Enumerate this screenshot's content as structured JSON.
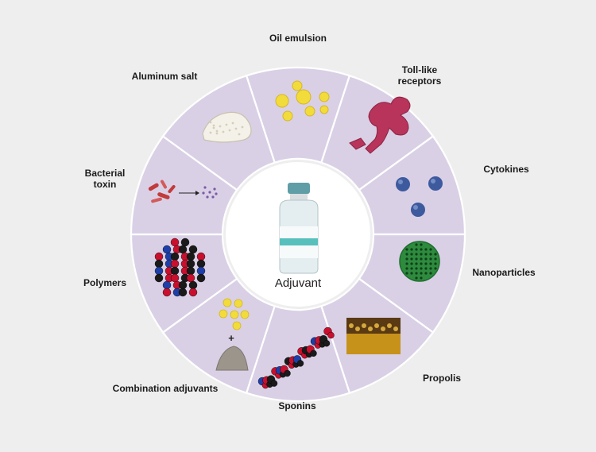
{
  "center": {
    "label": "Adjuvant"
  },
  "segments": [
    {
      "id": "oil-emulsion",
      "label": "Oil emulsion",
      "icon": "oil-droplets-icon"
    },
    {
      "id": "toll-like-receptors",
      "label": "Toll-like receptors",
      "label_lines": [
        "Toll-like",
        "receptors"
      ],
      "icon": "receptor-icon"
    },
    {
      "id": "cytokines",
      "label": "Cytokines",
      "icon": "cytokine-spheres-icon"
    },
    {
      "id": "nanoparticles",
      "label": "Nanoparticles",
      "icon": "nanoparticle-icon"
    },
    {
      "id": "propolis",
      "label": "Propolis",
      "icon": "honeycomb-photo-icon"
    },
    {
      "id": "sponins",
      "label": "Sponins",
      "icon": "molecule-chain-icon"
    },
    {
      "id": "combination-adjuvants",
      "label": "Combination adjuvants",
      "icon": "droplets-plus-powder-icon"
    },
    {
      "id": "polymers",
      "label": "Polymers",
      "icon": "polymer-molecule-icon"
    },
    {
      "id": "bacterial-toxin",
      "label": "Bacterial toxin",
      "label_lines": [
        "Bacterial",
        "toxin"
      ],
      "icon": "bacteria-toxin-icon"
    },
    {
      "id": "aluminum-salt",
      "label": "Aluminum salt",
      "icon": "salt-pile-icon"
    }
  ],
  "colors": {
    "background": "#eeeeee",
    "segment_fill": "#d9d0e6",
    "segment_border": "#ffffff",
    "center_fill": "#ffffff",
    "atom_red": "#c8102e",
    "atom_black": "#1a1a1a",
    "atom_blue": "#1f3fa8",
    "receptor": "#b8345a",
    "cytokine": "#3d5a9e",
    "nanoparticle": "#2e8b3e",
    "droplet": "#f2dc3c"
  }
}
